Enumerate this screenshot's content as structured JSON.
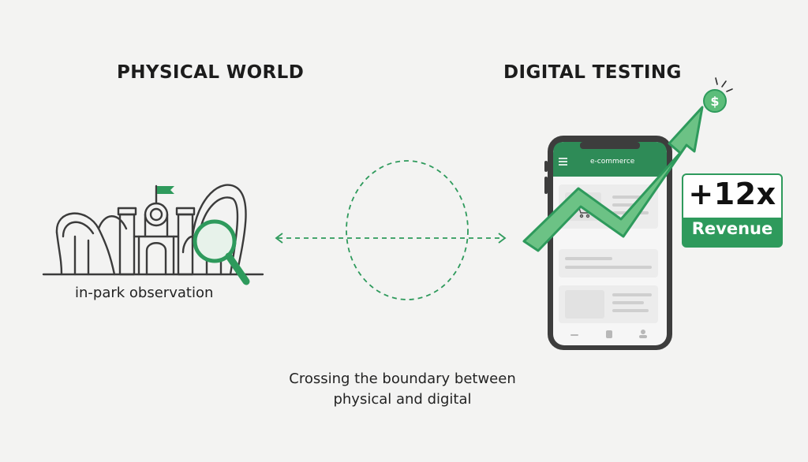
{
  "left": {
    "heading": "PHYSICAL WORLD",
    "caption": "in-park observation"
  },
  "right": {
    "heading": "DIGITAL TESTING",
    "phone_title": "e-commerce",
    "badge": {
      "value": "+12x",
      "label": "Revenue"
    }
  },
  "footer": {
    "line1": "Crossing the boundary between",
    "line2": "physical and digital"
  },
  "colors": {
    "accent": "#2e9a5c",
    "dark": "#3d3d3d",
    "phone_header": "#2e8b57"
  },
  "icons": [
    "roller-coaster-icon",
    "magnifier-icon",
    "flag-icon",
    "dollar-coin-icon",
    "cart-icon",
    "menu-icon",
    "up-arrow-icon"
  ]
}
